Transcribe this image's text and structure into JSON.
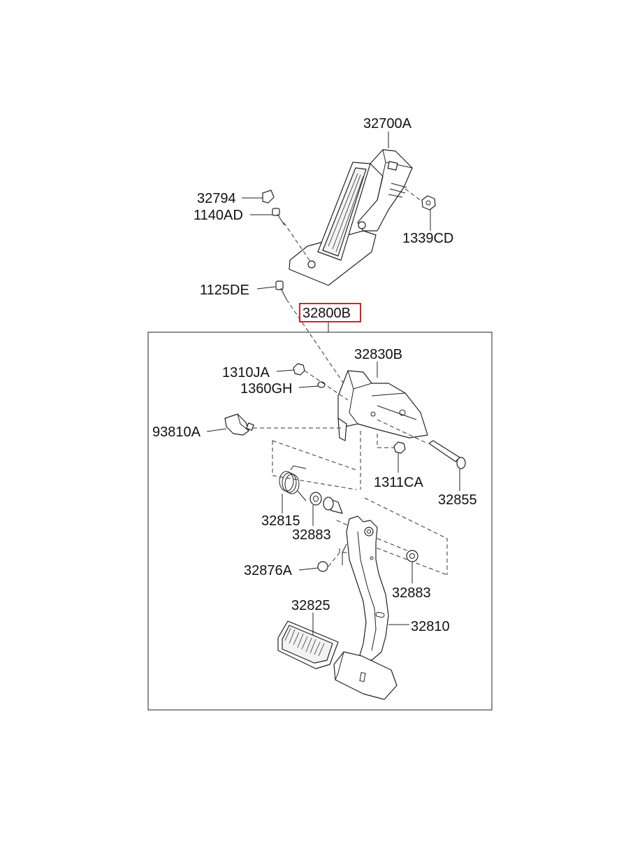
{
  "labels": {
    "p32700A": "32700A",
    "p32794": "32794",
    "p1140AD": "1140AD",
    "p1339CD": "1339CD",
    "p1125DE": "1125DE",
    "p32800B": "32800B",
    "p32830B": "32830B",
    "p1310JA": "1310JA",
    "p1360GH": "1360GH",
    "p93810A": "93810A",
    "p1311CA": "1311CA",
    "p32855": "32855",
    "p32815": "32815",
    "p32883a": "32883",
    "p32876A": "32876A",
    "p32883b": "32883",
    "p32825": "32825",
    "p32810": "32810"
  },
  "highlight_color": "#e02020",
  "line_color": "#222222"
}
